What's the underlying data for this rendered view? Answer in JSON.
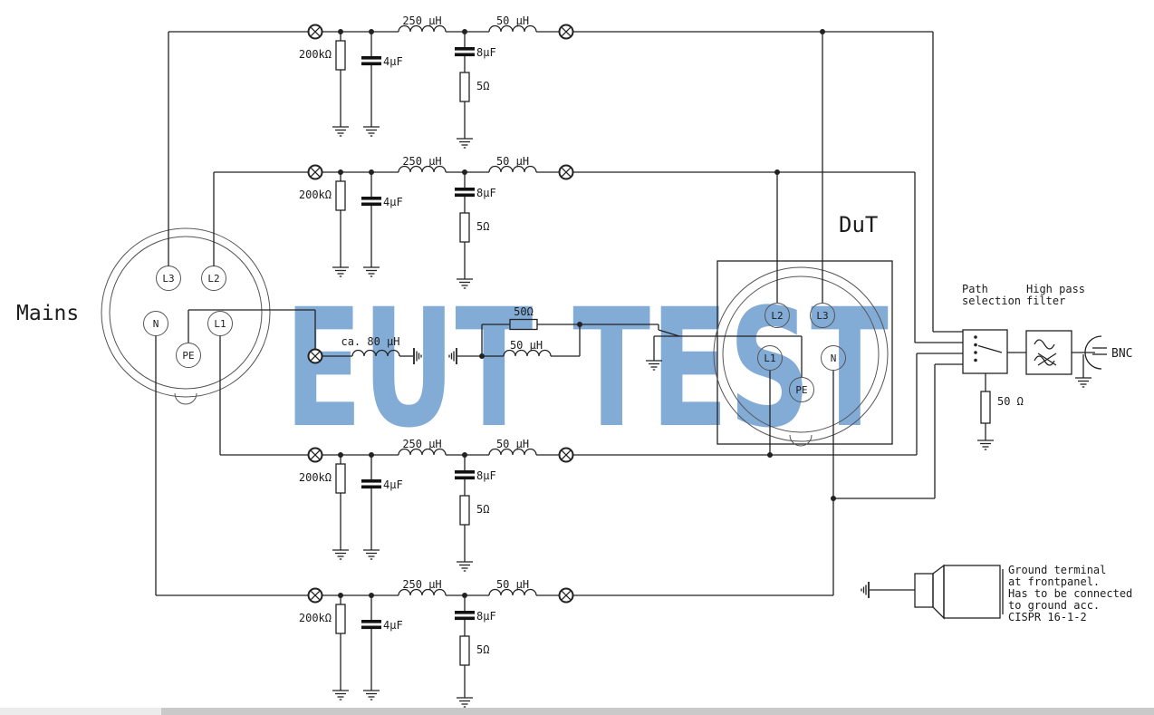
{
  "watermark": {
    "text": "EUT TEST",
    "color": "#82abd6"
  },
  "connectors": {
    "mains": {
      "label": "Mains",
      "pins": [
        "L3",
        "L2",
        "N",
        "L1",
        "PE"
      ]
    },
    "dut": {
      "label": "DuT",
      "pins": [
        "L2",
        "L3",
        "L1",
        "N",
        "PE"
      ]
    }
  },
  "filter": {
    "r_shunt": "200kΩ",
    "c_shunt": "4µF",
    "l_series_1": "250 µH",
    "c_node": "8µF",
    "r_node": "5Ω",
    "l_series_2": "50 µH"
  },
  "pe_path": {
    "choke": "ca. 80 µH",
    "resistor": "50Ω",
    "inductor": "50 µH"
  },
  "measurement": {
    "path_selection_1": "Path",
    "path_selection_2": "selection",
    "high_pass_1": "High pass",
    "high_pass_2": "filter",
    "bnc": "BNC",
    "termination": "50 Ω"
  },
  "ground_note": [
    "Ground terminal",
    "at frontpanel.",
    "Has to be connected",
    "to ground acc.",
    "CISPR 16-1-2"
  ]
}
